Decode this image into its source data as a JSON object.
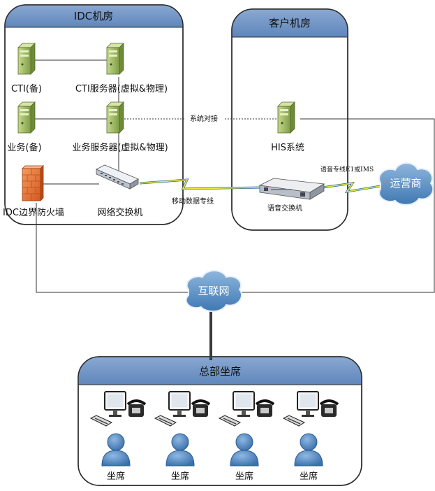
{
  "zones": {
    "idc": "IDC机房",
    "customer": "客户机房",
    "hq": "总部坐席"
  },
  "nodes": {
    "cti_backup": "CTI(备)",
    "cti_server": "CTI服务器(虚拟&物理)",
    "biz_backup": "业务(备)",
    "biz_server": "业务服务器(虚拟&物理)",
    "firewall": "IDC边界防火墙",
    "net_switch": "网络交换机",
    "his": "HIS系统",
    "voice_switch": "语音交换机"
  },
  "clouds": {
    "carrier": "运营商",
    "internet": "互联网"
  },
  "links": {
    "system_dock": "系统对接",
    "mobile_line": "移动数据专线",
    "voice_line": "语音专线E1或IMS"
  },
  "seats": [
    "坐席",
    "坐席",
    "坐席",
    "坐席"
  ],
  "colors": {
    "zone_header": "#6f93c3",
    "zone_border": "#2d2d2d",
    "cloud_fill": "#5f93c8",
    "server_green": "#9fbc62",
    "firewall_orange": "#e9763a",
    "person_blue": "#4f86bf",
    "lightning": "#e8e83a"
  }
}
